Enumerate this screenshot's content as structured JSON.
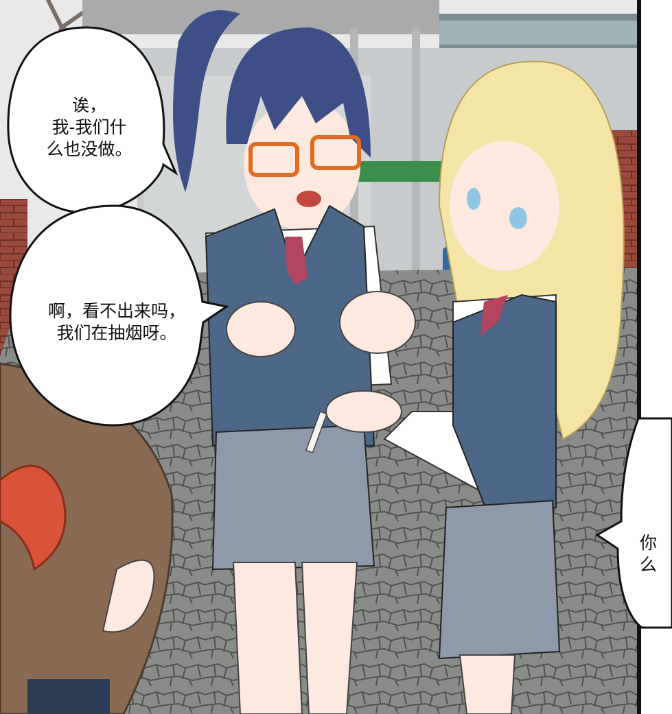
{
  "speech_bubbles": [
    {
      "text": "诶，\n我-我们什\n么也没做。"
    },
    {
      "text": "啊，看不出来吗，\n我们在抽烟呀。"
    },
    {
      "text": "你\n么"
    }
  ],
  "colors": {
    "sky": "#e9e9e9",
    "wall": "#c8cbcd",
    "cobblestone": "#8a8c89",
    "brick": "#9a4a3a",
    "hair_blue": "#3d4f86",
    "hair_blonde": "#f4e4a6",
    "hair_brown": "#8a6a52",
    "vest": "#4c6787",
    "skirt": "#8e9aaa",
    "glasses": "#e06d22",
    "ribbon": "#d9533a",
    "tie": "#b34560",
    "eyes": "#8fc6e3"
  }
}
